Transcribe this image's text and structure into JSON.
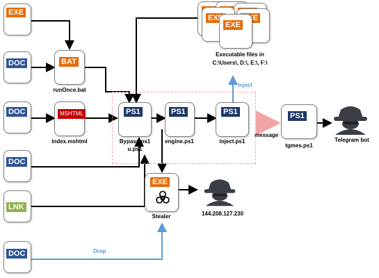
{
  "sources": {
    "exe": "EXE",
    "doc1": "DOC",
    "doc2": "DOC",
    "doc3": "DOC",
    "lnk": "LNK",
    "doc4": "DOC"
  },
  "bat": {
    "tag": "BAT",
    "label": "runOnce.bat"
  },
  "mshtml": {
    "tag": "MSHTML",
    "label": "index.mshtml"
  },
  "bypass": {
    "tag": "PS1",
    "label1": "Bypass.ps1",
    "label2": "u.ps1"
  },
  "engine": {
    "tag": "PS1",
    "label": "engine.ps1"
  },
  "inject": {
    "tag": "PS1",
    "label": "inject.ps1"
  },
  "tgmes": {
    "tag": "PS1",
    "label": "tgmes.ps1"
  },
  "stealer": {
    "tag": "EXE",
    "label": "Stealer"
  },
  "executables": {
    "tag": "EXE",
    "label1": "Executable files in",
    "label2": "C:\\Users\\, D:\\, E:\\, F:\\"
  },
  "edges": {
    "inject_label": "Inject",
    "message_label": "message",
    "drop_label": "Drop"
  },
  "actors": {
    "ip_label": "144.208.127.230",
    "telegram_label": "Telegram bot"
  },
  "colors": {
    "exe": "#e46c0a",
    "doc": "#2e5597",
    "lnk": "#8fb14b",
    "ps1": "#1f3864",
    "mshtml": "#c00000",
    "blue_arrow": "#5b9bd5",
    "message_arrow": "#f2a5a5"
  }
}
